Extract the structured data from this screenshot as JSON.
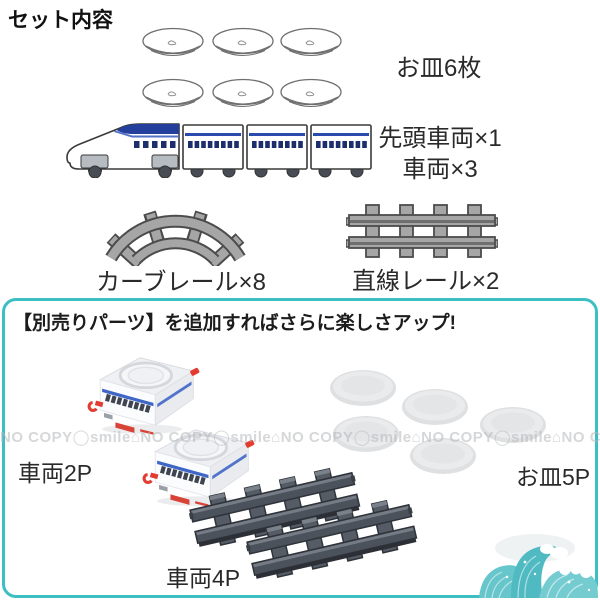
{
  "page_title": "セット内容",
  "set": {
    "plates_label": "お皿6枚",
    "train_label_1": "先頭車両×1",
    "train_label_2": "車両×3",
    "curve_rail_label": "カーブレール×8",
    "straight_rail_label": "直線レール×2"
  },
  "addon": {
    "heading": "【別売りパーツ】を追加すればさらに楽しさアップ!",
    "cars_2p_label": "車両2P",
    "plates_5p_label": "お皿5P",
    "cars_4p_label": "車両4P"
  },
  "watermark_text": "NO COPY◯smile⌂NO COPY◯smile⌂NO COPY◯smile⌂NO COPY◯smile⌂NO COPY",
  "colors": {
    "accent_teal": "#3dbec2",
    "train_stripe_blue": "#2a4bad",
    "window_navy": "#1c2e6b",
    "rail_gray": "#a6a6a6",
    "rail_dark": "#4c525c",
    "coupler_red": "#e23b30",
    "wave_teal": "#4fbac1",
    "plate_gray": "#e3e4e6"
  }
}
